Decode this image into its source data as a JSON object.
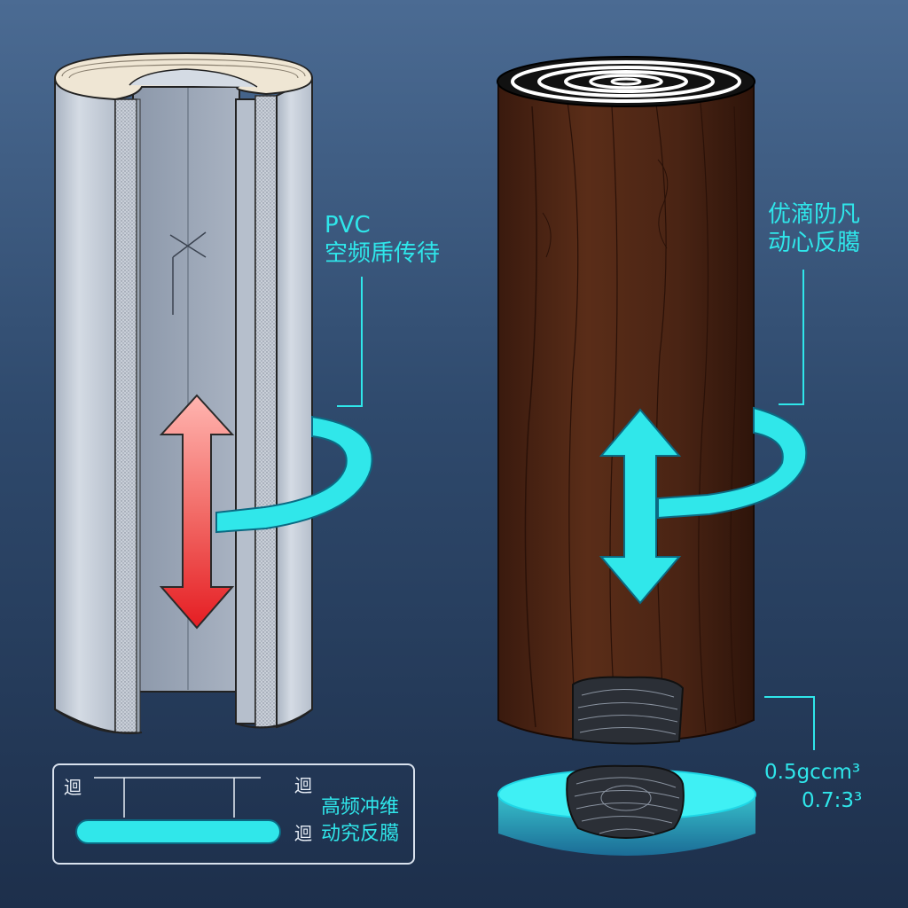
{
  "pvc_label": {
    "line1": "PVC",
    "line2": "空频乕传待"
  },
  "wood_label": {
    "line1": "优滴阞凡",
    "line2": "动心反臈"
  },
  "legend": {
    "glyph_1": "迴",
    "glyph_2": "迴",
    "glyph_3": "迴",
    "line1": "高频冲维",
    "line2": "动究反臈"
  },
  "density": {
    "line1": "0.5gccm³",
    "line2": "0.7:3³"
  },
  "colors": {
    "accent": "#2fe6ea",
    "pvc_body": "#c4ccd8",
    "wood": "#4a2414",
    "arrow_red": "#e8262a"
  }
}
